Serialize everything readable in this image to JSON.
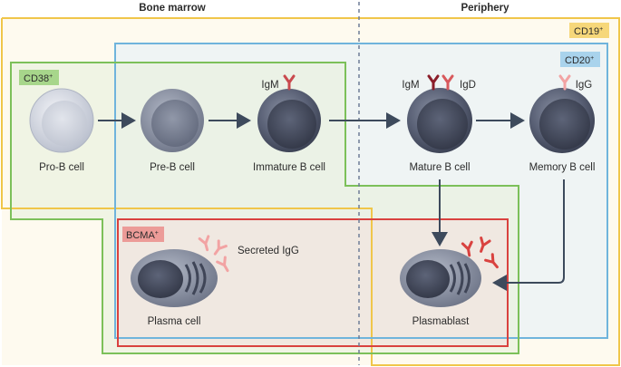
{
  "headers": {
    "left": "Bone marrow",
    "right": "Periphery"
  },
  "markers": {
    "cd19": "CD19",
    "cd20": "CD20",
    "cd38": "CD38",
    "bcma": "BCMA",
    "sup": "+"
  },
  "cells": {
    "pro_b": "Pro-B cell",
    "pre_b": "Pre-B cell",
    "immature_b": "Immature B cell",
    "mature_b": "Mature B cell",
    "memory_b": "Memory B cell",
    "plasma": "Plasma cell",
    "plasmablast": "Plasmablast"
  },
  "antibodies": {
    "igm_immature": "IgM",
    "igm_mature": "IgM",
    "igd": "IgD",
    "igg_memory": "IgG",
    "secreted": "Secreted IgG"
  },
  "colors": {
    "cd19": "#f0c64a",
    "cd20": "#6fb4dc",
    "cd38": "#7cc05a",
    "bcma": "#d9423f",
    "cell_dark": "#4f566a",
    "cell_light": "#cfd3de",
    "antibody_light": "#f2a3a3",
    "antibody_dark": "#8b1e2a"
  }
}
